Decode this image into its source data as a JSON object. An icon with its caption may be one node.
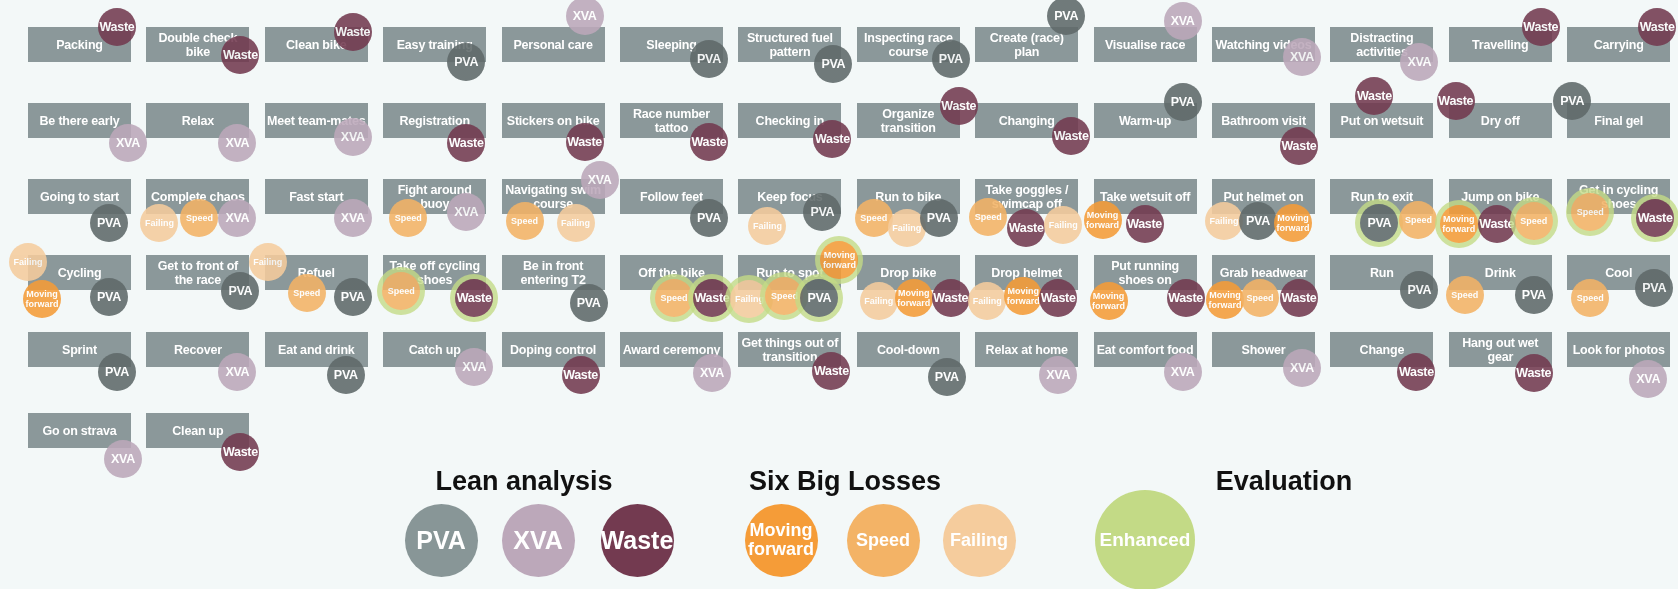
{
  "diagram": {
    "nodes": [
      {
        "text": [
          "Packing"
        ]
      },
      {
        "text": [
          "Waste"
        ]
      },
      {
        "text": [
          "Double check bike"
        ]
      },
      {
        "text": [
          "Waste"
        ]
      },
      {
        "text": [
          "Clean bike"
        ]
      },
      {
        "text": [
          "Waste"
        ]
      },
      {
        "text": [
          "Easy training"
        ]
      },
      {
        "text": [
          "PVA"
        ]
      },
      {
        "text": [
          "Personal care"
        ]
      },
      {
        "text": [
          "XVA"
        ]
      },
      {
        "text": [
          "Sleeping"
        ]
      },
      {
        "text": [
          "PVA"
        ]
      },
      {
        "text": [
          "Structured fuel pattern"
        ]
      },
      {
        "text": [
          "PVA"
        ]
      },
      {
        "text": [
          "Inspecting race course"
        ]
      },
      {
        "text": [
          "PVA"
        ]
      },
      {
        "text": [
          "Create (race) plan"
        ]
      },
      {
        "text": [
          "PVA"
        ]
      },
      {
        "text": [
          "Visualise race"
        ]
      },
      {
        "text": [
          "XVA"
        ]
      },
      {
        "text": [
          "Watching videos"
        ]
      },
      {
        "text": [
          "XVA"
        ]
      },
      {
        "text": [
          "Distracting activities"
        ]
      },
      {
        "text": [
          "XVA"
        ]
      },
      {
        "text": [
          "Travelling"
        ]
      },
      {
        "text": [
          "Waste"
        ]
      },
      {
        "text": [
          "Carrying"
        ]
      },
      {
        "text": [
          "Waste"
        ]
      },
      {
        "text": [
          "Be there early"
        ]
      },
      {
        "text": [
          "XVA"
        ]
      },
      {
        "text": [
          "Relax"
        ]
      },
      {
        "text": [
          "XVA"
        ]
      },
      {
        "text": [
          "Meet team-mates"
        ]
      },
      {
        "text": [
          "XVA"
        ]
      },
      {
        "text": [
          "Registration"
        ]
      },
      {
        "text": [
          "Waste"
        ]
      },
      {
        "text": [
          "Stickers on bike"
        ]
      },
      {
        "text": [
          "Waste"
        ]
      },
      {
        "text": [
          "Race number tattoo"
        ]
      },
      {
        "text": [
          "Waste"
        ]
      },
      {
        "text": [
          "Checking in"
        ]
      },
      {
        "text": [
          "Waste"
        ]
      },
      {
        "text": [
          "Organize transition"
        ]
      },
      {
        "text": [
          "Waste"
        ]
      },
      {
        "text": [
          "Changing"
        ]
      },
      {
        "text": [
          "Waste"
        ]
      },
      {
        "text": [
          "Warm-up"
        ]
      },
      {
        "text": [
          "PVA"
        ]
      },
      {
        "text": [
          "Bathroom visit"
        ]
      },
      {
        "text": [
          "Waste"
        ]
      },
      {
        "text": [
          "Put on wetsuit"
        ]
      },
      {
        "text": [
          "Waste"
        ]
      },
      {
        "text": [
          "Dry off"
        ]
      },
      {
        "text": [
          "Waste"
        ]
      },
      {
        "text": [
          "Final gel"
        ]
      },
      {
        "text": [
          "PVA"
        ]
      },
      {
        "text": [
          "Going to start"
        ]
      },
      {
        "text": [
          "PVA"
        ]
      },
      {
        "text": [
          "Complete chaos"
        ]
      },
      {
        "text": [
          "Failing"
        ]
      },
      {
        "text": [
          "Speed"
        ]
      },
      {
        "text": [
          "XVA"
        ]
      },
      {
        "text": [
          "Fast start"
        ]
      },
      {
        "text": [
          "XVA"
        ]
      },
      {
        "text": [
          "Fight around buoy"
        ]
      },
      {
        "text": [
          "Speed"
        ]
      },
      {
        "text": [
          "XVA"
        ]
      },
      {
        "text": [
          "Navigating swim course"
        ]
      },
      {
        "text": [
          "XVA"
        ]
      },
      {
        "text": [
          "Speed"
        ]
      },
      {
        "text": [
          "Failing"
        ]
      },
      {
        "text": [
          "Follow feet"
        ]
      },
      {
        "text": [
          "PVA"
        ]
      },
      {
        "text": [
          "Keep focus"
        ]
      },
      {
        "text": [
          "Failing"
        ]
      },
      {
        "text": [
          "PVA"
        ]
      },
      {
        "text": [
          "Run to bike"
        ]
      },
      {
        "text": [
          "Speed"
        ]
      },
      {
        "text": [
          "Failing"
        ]
      },
      {
        "text": [
          "PVA"
        ]
      },
      {
        "text": [
          "Take goggles / swimcap off"
        ]
      },
      {
        "text": [
          "Speed"
        ]
      },
      {
        "text": [
          "Waste"
        ]
      },
      {
        "text": [
          "Failing"
        ]
      },
      {
        "text": [
          "Take wetsuit off"
        ]
      },
      {
        "text": [
          "Moving forward"
        ]
      },
      {
        "text": [
          "Waste"
        ]
      },
      {
        "text": [
          "Put helmet on"
        ]
      },
      {
        "text": [
          "Failing"
        ]
      },
      {
        "text": [
          "PVA"
        ]
      },
      {
        "text": [
          "Moving forward"
        ]
      },
      {
        "text": [
          "Run to exit"
        ]
      },
      {
        "text": [
          "PVA"
        ]
      },
      {
        "text": [
          "Speed"
        ]
      },
      {
        "text": [
          "Jump on bike"
        ]
      },
      {
        "text": [
          "Moving forward"
        ]
      },
      {
        "text": [
          "Waste"
        ]
      },
      {
        "text": [
          "Speed"
        ]
      },
      {
        "text": [
          "Get in cycling shoes"
        ]
      },
      {
        "text": [
          "Speed"
        ]
      },
      {
        "text": [
          "Waste"
        ]
      },
      {
        "text": [
          "Cycling"
        ]
      },
      {
        "text": [
          "Failing"
        ]
      },
      {
        "text": [
          "Moving forward"
        ]
      },
      {
        "text": [
          "PVA"
        ]
      },
      {
        "text": [
          "Get to front of the race"
        ]
      },
      {
        "text": [
          "PVA"
        ]
      },
      {
        "text": [
          "Refuel"
        ]
      },
      {
        "text": [
          "Failing"
        ]
      },
      {
        "text": [
          "Speed"
        ]
      },
      {
        "text": [
          "PVA"
        ]
      },
      {
        "text": [
          "Take off cycling shoes"
        ]
      },
      {
        "text": [
          "Speed"
        ]
      },
      {
        "text": [
          "Waste"
        ]
      },
      {
        "text": [
          "Be in front entering T2"
        ]
      },
      {
        "text": [
          "PVA"
        ]
      },
      {
        "text": [
          "Off the bike"
        ]
      },
      {
        "text": [
          "Speed"
        ]
      },
      {
        "text": [
          "Waste"
        ]
      },
      {
        "text": [
          "Run to spot"
        ]
      },
      {
        "text": [
          "Failing"
        ]
      },
      {
        "text": [
          "Speed"
        ]
      },
      {
        "text": [
          "PVA"
        ]
      },
      {
        "text": [
          "Moving forward"
        ]
      },
      {
        "text": [
          "Drop bike"
        ]
      },
      {
        "text": [
          "Failing"
        ]
      },
      {
        "text": [
          "Moving forward"
        ]
      },
      {
        "text": [
          "Waste"
        ]
      },
      {
        "text": [
          "Drop helmet"
        ]
      },
      {
        "text": [
          "Failing"
        ]
      },
      {
        "text": [
          "Moving forward"
        ]
      },
      {
        "text": [
          "Waste"
        ]
      },
      {
        "text": [
          "Put running shoes on"
        ]
      },
      {
        "text": [
          "Moving forward"
        ]
      },
      {
        "text": [
          "Waste"
        ]
      },
      {
        "text": [
          "Grab headwear"
        ]
      },
      {
        "text": [
          "Moving forward"
        ]
      },
      {
        "text": [
          "Speed"
        ]
      },
      {
        "text": [
          "Waste"
        ]
      },
      {
        "text": [
          "Run"
        ]
      },
      {
        "text": [
          "PVA"
        ]
      },
      {
        "text": [
          "Drink"
        ]
      },
      {
        "text": [
          "Speed"
        ]
      },
      {
        "text": [
          "PVA"
        ]
      },
      {
        "text": [
          "Cool"
        ]
      },
      {
        "text": [
          "Speed"
        ]
      },
      {
        "text": [
          "PVA"
        ]
      },
      {
        "text": [
          "Sprint"
        ]
      },
      {
        "text": [
          "PVA"
        ]
      },
      {
        "text": [
          "Recover"
        ]
      },
      {
        "text": [
          "XVA"
        ]
      },
      {
        "text": [
          "Eat and drink"
        ]
      },
      {
        "text": [
          "PVA"
        ]
      },
      {
        "text": [
          "Catch up"
        ]
      },
      {
        "text": [
          "XVA"
        ]
      },
      {
        "text": [
          "Doping control"
        ]
      },
      {
        "text": [
          "Waste"
        ]
      },
      {
        "text": [
          "Award ceremony"
        ]
      },
      {
        "text": [
          "XVA"
        ]
      },
      {
        "text": [
          "Get things out of transition"
        ]
      },
      {
        "text": [
          "Waste"
        ]
      },
      {
        "text": [
          "Cool-down"
        ]
      },
      {
        "text": [
          "PVA"
        ]
      },
      {
        "text": [
          "Relax at home"
        ]
      },
      {
        "text": [
          "XVA"
        ]
      },
      {
        "text": [
          "Eat comfort food"
        ]
      },
      {
        "text": [
          "XVA"
        ]
      },
      {
        "text": [
          "Shower"
        ]
      },
      {
        "text": [
          "XVA"
        ]
      },
      {
        "text": [
          "Change"
        ]
      },
      {
        "text": [
          "Waste"
        ]
      },
      {
        "text": [
          "Hang out wet gear"
        ]
      },
      {
        "text": [
          "Waste"
        ]
      },
      {
        "text": [
          "Look for photos"
        ]
      },
      {
        "text": [
          "XVA"
        ]
      },
      {
        "text": [
          "Go on strava"
        ]
      },
      {
        "text": [
          "XVA"
        ]
      },
      {
        "text": [
          "Clean up"
        ]
      },
      {
        "text": [
          "Waste"
        ]
      }
    ],
    "labels": [
      "Lean analysis",
      "Six Big Losses",
      "Evaluation"
    ],
    "legend": [
      {
        "text": "PVA",
        "color": "#889697"
      },
      {
        "text": "XVA",
        "color": "#bca8ba"
      },
      {
        "text": "Waste",
        "color": "#733a50"
      },
      {
        "text": "Moving forward",
        "color": "#f59c38"
      },
      {
        "text": "Speed",
        "color": "#f3b366"
      },
      {
        "text": "Failing",
        "color": "#f5cc9d"
      },
      {
        "text": "Enhanced",
        "color": "#c3da86"
      }
    ]
  }
}
